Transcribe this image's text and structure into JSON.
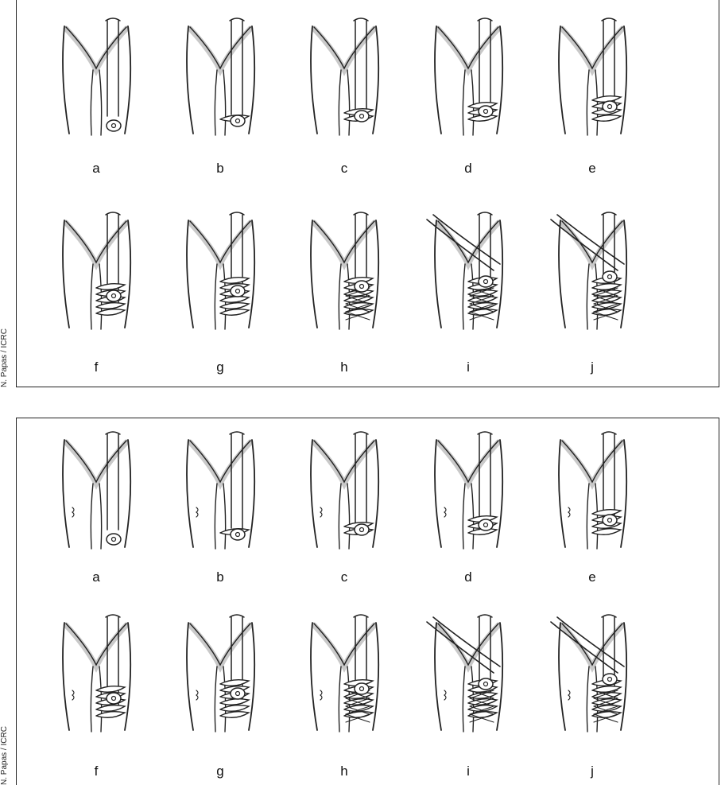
{
  "panels": [
    {
      "credit": "N. Papas / ICRC",
      "figures": [
        {
          "label": "a",
          "stage": 1
        },
        {
          "label": "b",
          "stage": 2
        },
        {
          "label": "c",
          "stage": 3
        },
        {
          "label": "d",
          "stage": 4
        },
        {
          "label": "e",
          "stage": 5
        },
        {
          "label": "f",
          "stage": 6
        },
        {
          "label": "g",
          "stage": 7
        },
        {
          "label": "h",
          "stage": 8
        },
        {
          "label": "i",
          "stage": 9
        },
        {
          "label": "j",
          "stage": 10
        }
      ]
    },
    {
      "credit": "N. Papas / ICRC",
      "figures": [
        {
          "label": "a",
          "stage": 1
        },
        {
          "label": "b",
          "stage": 2
        },
        {
          "label": "c",
          "stage": 3
        },
        {
          "label": "d",
          "stage": 4
        },
        {
          "label": "e",
          "stage": 5
        },
        {
          "label": "f",
          "stage": 6
        },
        {
          "label": "g",
          "stage": 7
        },
        {
          "label": "h",
          "stage": 8
        },
        {
          "label": "i",
          "stage": 9
        },
        {
          "label": "j",
          "stage": 10
        }
      ]
    }
  ]
}
